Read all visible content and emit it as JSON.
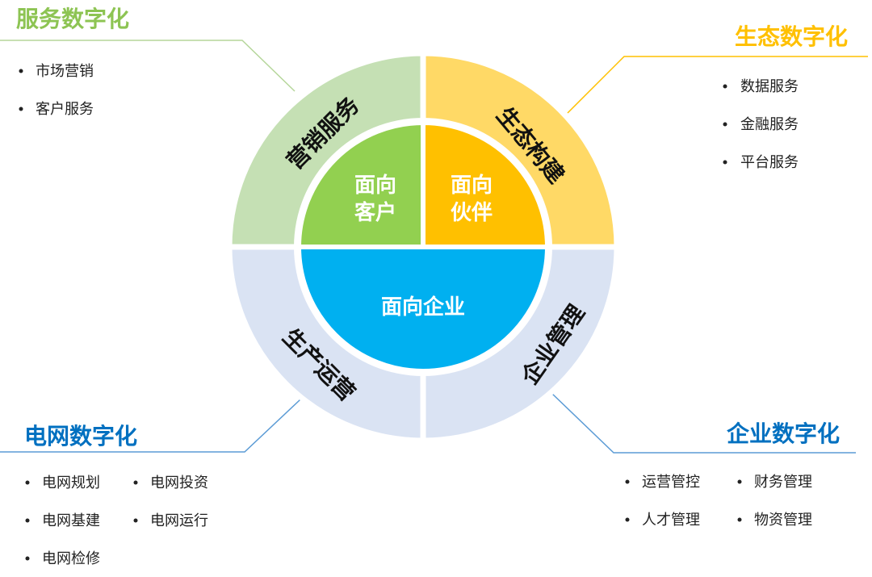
{
  "colors": {
    "green_light": "#c5e0b4",
    "green": "#92d050",
    "yellow_light": "#ffd966",
    "gold": "#ffc000",
    "blue_light": "#dae3f3",
    "blue": "#00b0f0",
    "title_green": "#8dc453",
    "title_gold": "#ffc000",
    "title_blue": "#0070c0"
  },
  "core": {
    "customer": [
      "面向",
      "客户"
    ],
    "partner": [
      "面向",
      "伙伴"
    ],
    "enterprise": "面向企业"
  },
  "ring": {
    "marketing": "营销服务",
    "ecosystem": "生态构建",
    "production": "生产运营",
    "management": "企业管理"
  },
  "panels": {
    "service": {
      "title": "服务数字化",
      "items": [
        "市场营销",
        "客户服务"
      ]
    },
    "ecology": {
      "title": "生态数字化",
      "items": [
        "数据服务",
        "金融服务",
        "平台服务"
      ]
    },
    "grid": {
      "title": "电网数字化",
      "items": [
        "电网规划",
        "电网投资",
        "电网基建",
        "电网运行",
        "电网检修"
      ]
    },
    "enterprise": {
      "title": "企业数字化",
      "items": [
        "运营管控",
        "财务管理",
        "人才管理",
        "物资管理"
      ]
    }
  }
}
